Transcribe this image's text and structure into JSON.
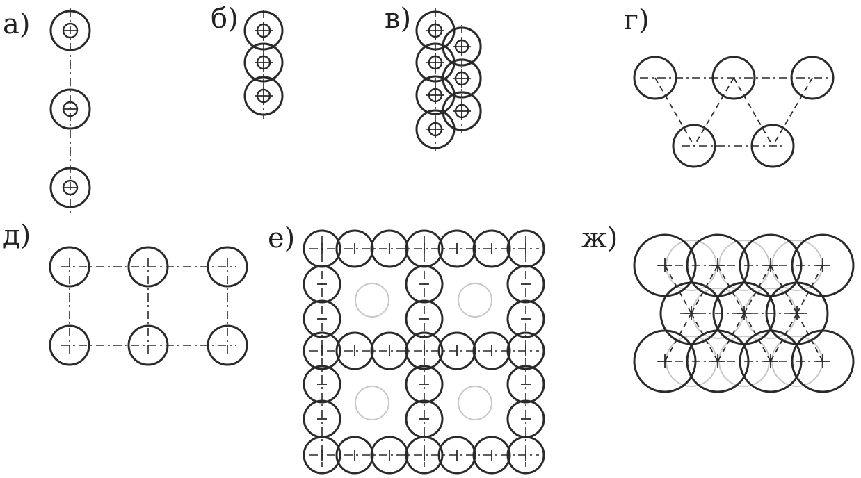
{
  "panels": [
    {
      "id": "a",
      "label": "а)"
    },
    {
      "id": "b",
      "label": "б)"
    },
    {
      "id": "v",
      "label": "в)"
    },
    {
      "id": "g",
      "label": "г)"
    },
    {
      "id": "d",
      "label": "д)"
    },
    {
      "id": "e",
      "label": "е)"
    },
    {
      "id": "zh",
      "label": "ж)"
    }
  ]
}
